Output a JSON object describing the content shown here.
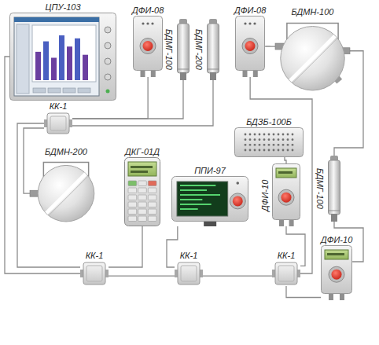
{
  "diagram": {
    "nodes": [
      {
        "text": [
          "ЦПУ-103"
        ]
      },
      {
        "text": [
          "ДФИ-08"
        ]
      },
      {
        "text": [
          "БДМГ-100"
        ]
      },
      {
        "text": [
          "БДМГ-200"
        ]
      },
      {
        "text": [
          "ДФИ-08"
        ]
      },
      {
        "text": [
          "БДМН-100"
        ]
      },
      {
        "text": [
          "КК-1"
        ]
      },
      {
        "text": [
          "БДЗБ-100Б"
        ]
      },
      {
        "text": [
          "БДМГ-100"
        ]
      },
      {
        "text": [
          "БДМН-200"
        ]
      },
      {
        "text": [
          "ДКГ-01Д"
        ]
      },
      {
        "text": [
          "ППИ-97"
        ]
      },
      {
        "text": [
          "ДФИ-10"
        ]
      },
      {
        "text": [
          "ДФИ-10"
        ]
      },
      {
        "text": [
          "КК-1"
        ]
      },
      {
        "text": [
          "КК-1"
        ]
      },
      {
        "text": [
          "КК-1"
        ]
      }
    ],
    "edges": [
      {
        "from": 0,
        "to": 14,
        "arrow": "none"
      },
      {
        "from": 6,
        "to": 14,
        "arrow": "none"
      },
      {
        "from": 1,
        "to": 6,
        "arrow": "none"
      },
      {
        "from": 2,
        "to": 6,
        "arrow": "none"
      },
      {
        "from": 3,
        "to": 6,
        "arrow": "none"
      },
      {
        "from": 6,
        "to": 9,
        "arrow": "none"
      },
      {
        "from": 10,
        "to": 14,
        "arrow": "none"
      },
      {
        "from": 14,
        "to": 15,
        "arrow": "none"
      },
      {
        "from": 11,
        "to": 15,
        "arrow": "none"
      },
      {
        "from": 15,
        "to": 16,
        "arrow": "none"
      },
      {
        "from": 16,
        "to": 12,
        "arrow": "none"
      },
      {
        "from": 16,
        "to": 13,
        "arrow": "none"
      },
      {
        "from": 12,
        "to": 7,
        "arrow": "none"
      },
      {
        "from": 4,
        "to": 16,
        "arrow": "none"
      },
      {
        "from": 4,
        "to": 5,
        "arrow": "none"
      },
      {
        "from": 5,
        "to": 8,
        "arrow": "none"
      },
      {
        "from": 8,
        "to": 13,
        "arrow": "none"
      }
    ]
  }
}
